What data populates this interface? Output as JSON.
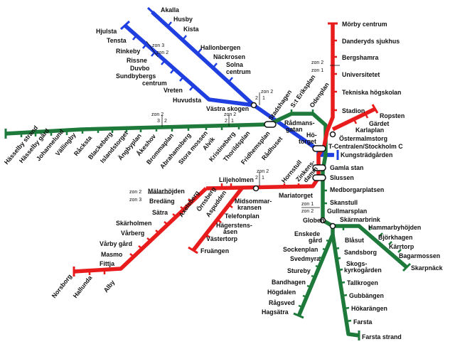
{
  "colors": {
    "blue": "#1f3fe0",
    "green": "#1d7a3a",
    "red": "#e81c1c",
    "background": "#ffffff",
    "text": "#111111"
  },
  "stations": {
    "akalla": "Akalla",
    "husby": "Husby",
    "kista": "Kista",
    "hjulsta": "Hjulsta",
    "tensta": "Tensta",
    "rinkeby": "Rinkeby",
    "rissne": "Rissne",
    "duvbo": "Duvbo",
    "sundbybergs_centrum": [
      "Sundbybergs",
      "centrum"
    ],
    "hallonbergen": "Hallonbergen",
    "nackrosen": "Näckrosen",
    "solna_centrum": [
      "Solna",
      "centrum"
    ],
    "vreten": "Vreten",
    "huvudsta": "Huvudsta",
    "vastra_skogen": "Västra skogen",
    "stadshagen": "Stadshagen",
    "st_eriksplan": "S:t Eriksplan",
    "odenplan": "Odenplan",
    "radmansgatan": [
      "Rådmans-",
      "gatan"
    ],
    "hotorget": [
      "Hö-",
      "torget"
    ],
    "t_centralen": "T-Centralen/Stockholm C",
    "kungstradgarden": "Kungsträdgården",
    "ostermalmstorg": "Östermalmstorg",
    "karlaplan": "Karlaplan",
    "gardet": "Gärdet",
    "ropsten": "Ropsten",
    "stadion": "Stadion",
    "tekniska": "Tekniska högskolan",
    "universitetet": "Universitetet",
    "bergshamra": "Bergshamra",
    "danderyds": "Danderyds sjukhus",
    "morby": "Mörby centrum",
    "hasselby_strand": "Hässelby strand",
    "hasselby_gard": "Hässelby gård",
    "johannelund": "Johannelund",
    "vallingby": "Vällingby",
    "racksta": "Råcksta",
    "blackeberg": "Blackeberg",
    "islandstorget": "Islandstorget",
    "angbyplan": "Ängbyplan",
    "akeshov": "Åkeshov",
    "brommaplan": "Brommaplan",
    "abrahamsberg": "Abrahamsberg",
    "stora_mossen": "Stora mossen",
    "alvik": "Alvik",
    "kristineberg": "Kristineberg",
    "thorildsplan": "Thorildsplan",
    "fridhemsplan": "Fridhemsplan",
    "radhuset": "Rådhuset",
    "gamla_stan": "Gamla stan",
    "slussen": "Slussen",
    "medborgarplatsen": "Medborgarplatsen",
    "skanstull": "Skanstull",
    "gullmarsplan": "Gullmarsplan",
    "skarmarbrink": "Skärmarbrink",
    "hammarbyhojden": "Hammarbyhöjden",
    "bjorkhagen": "Björkhagen",
    "karrtorp": "Kärrtorp",
    "bagarmossen": "Bagarmossen",
    "skarpnack": "Skarpnäck",
    "blasut": "Blåsut",
    "sandsborg": "Sandsborg",
    "skogskyrkogarden": [
      "Skogs-",
      "kyrkogården"
    ],
    "tallkrogen": "Tallkrogen",
    "gubbangen": "Gubbängen",
    "hokarangen": "Hökarängen",
    "farsta": "Farsta",
    "farsta_strand": "Farsta strand",
    "globen": "Globen",
    "enskede_gard": [
      "Enskede",
      "gård"
    ],
    "sockenplan": "Sockenplan",
    "svedmyra": "Svedmyra",
    "stureby": "Stureby",
    "bandhagen": "Bandhagen",
    "hogdalen": "Högdalen",
    "ragsved": "Rågsved",
    "hagsatra": "Hagsätra",
    "mariatorget": "Mariatorget",
    "zinkensdamm": [
      "Zinkens-",
      "damm"
    ],
    "hornstull": "Hornstull",
    "liljeholmen": "Liljeholmen",
    "midsommarkransen": [
      "Midsommar-",
      "kransen"
    ],
    "telefonplan": "Telefonplan",
    "hagerstensasen": [
      "Hägerstens-",
      "åsen"
    ],
    "vastertorp": "Västertorp",
    "fruangen": "Fruängen",
    "axelsberg": "Axelsberg",
    "ornsberg": "Örnsberg",
    "aspudden": "Aspudden",
    "malarhojden": "Mälarhöjden",
    "bredang": "Bredäng",
    "satra": "Sätra",
    "skarholmen": "Skärholmen",
    "varberg": "Vårberg",
    "varby_gard": "Vårby gård",
    "masmo": "Masmo",
    "fittja": "Fittja",
    "alby": "Alby",
    "hallunda": "Hallunda",
    "norsborg": "Norsborg"
  },
  "zones": {
    "z1": "zon 1",
    "z2": "zon 2",
    "z3": "zon 3",
    "d1": "1",
    "d2": "2",
    "d3": "3"
  }
}
